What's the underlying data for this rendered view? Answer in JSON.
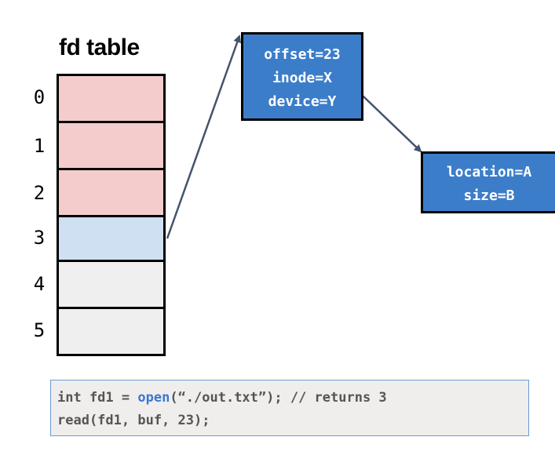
{
  "title": "fd table",
  "fd_table": {
    "rows": [
      {
        "index": "0",
        "fill": "#f4cccc"
      },
      {
        "index": "1",
        "fill": "#f4cccc"
      },
      {
        "index": "2",
        "fill": "#f4cccc"
      },
      {
        "index": "3",
        "fill": "#cfe0f2"
      },
      {
        "index": "4",
        "fill": "#efefef"
      },
      {
        "index": "5",
        "fill": "#efefef"
      }
    ]
  },
  "open_file_entry": {
    "lines": [
      "offset=23",
      "inode=X",
      "device=Y"
    ],
    "fill": "#3c7dc9"
  },
  "inode_entry": {
    "lines": [
      "location=A",
      "size=B"
    ],
    "fill": "#3c7dc9"
  },
  "arrow_color": "#44546a",
  "code": {
    "line1_pre": "int fd1 = ",
    "line1_fn": "open",
    "line1_post": "(“./out.txt”); // returns 3",
    "line2": "read(fd1, buf, 23);"
  }
}
